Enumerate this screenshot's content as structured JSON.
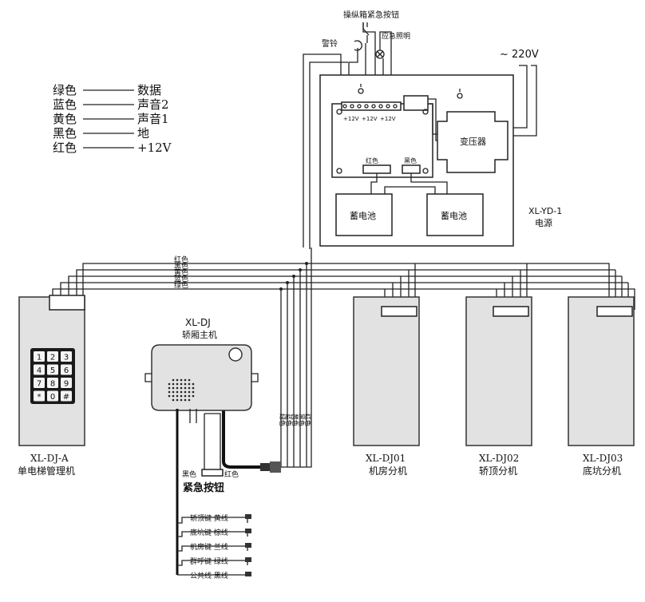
{
  "legend": {
    "rows": [
      {
        "color": "绿色",
        "meaning": "数据"
      },
      {
        "color": "蓝色",
        "meaning": "声音2"
      },
      {
        "color": "黄色",
        "meaning": "声音1"
      },
      {
        "color": "黑色",
        "meaning": "地"
      },
      {
        "color": "红色",
        "meaning": "+12V"
      }
    ]
  },
  "top": {
    "emergency_button": "操纵箱紧急按钮",
    "alarm_bell": "警铃",
    "emergency_light": "应急照明",
    "voltage": "~ 220V"
  },
  "power": {
    "model": "XL-YD-1",
    "name": "电源",
    "transformer": "变压器",
    "battery_left": "蓄电池",
    "battery_right": "蓄电池",
    "wire_red": "红色",
    "wire_black": "黑色",
    "terminal_labels": [
      "+12V",
      "+12V",
      "+12V"
    ]
  },
  "bus_labels": [
    "红色",
    "黑色",
    "黄色",
    "蓝色",
    "绿色"
  ],
  "vertical_wire_labels": [
    "绿色",
    "蓝色",
    "黄色",
    "黑色",
    "红色"
  ],
  "units": {
    "manager": {
      "model": "XL-DJ-A",
      "name": "单电梯管理机",
      "keys": [
        "1",
        "2",
        "3",
        "4",
        "5",
        "6",
        "7",
        "8",
        "9",
        "*",
        "0",
        "#"
      ]
    },
    "car_host": {
      "model": "XL-DJ",
      "name": "轿厢主机"
    },
    "machine_room": {
      "model": "XL-DJ01",
      "name": "机房分机"
    },
    "car_top": {
      "model": "XL-DJ02",
      "name": "轿顶分机"
    },
    "pit": {
      "model": "XL-DJ03",
      "name": "底坑分机"
    }
  },
  "emergency": {
    "title": "紧急按钮",
    "black": "黑色",
    "red": "红色"
  },
  "keys_list": [
    "轿顶键 黄线",
    "底坑键 棕线",
    "机房键 兰线",
    "群呼键 绿线",
    "公共线 黑线"
  ]
}
